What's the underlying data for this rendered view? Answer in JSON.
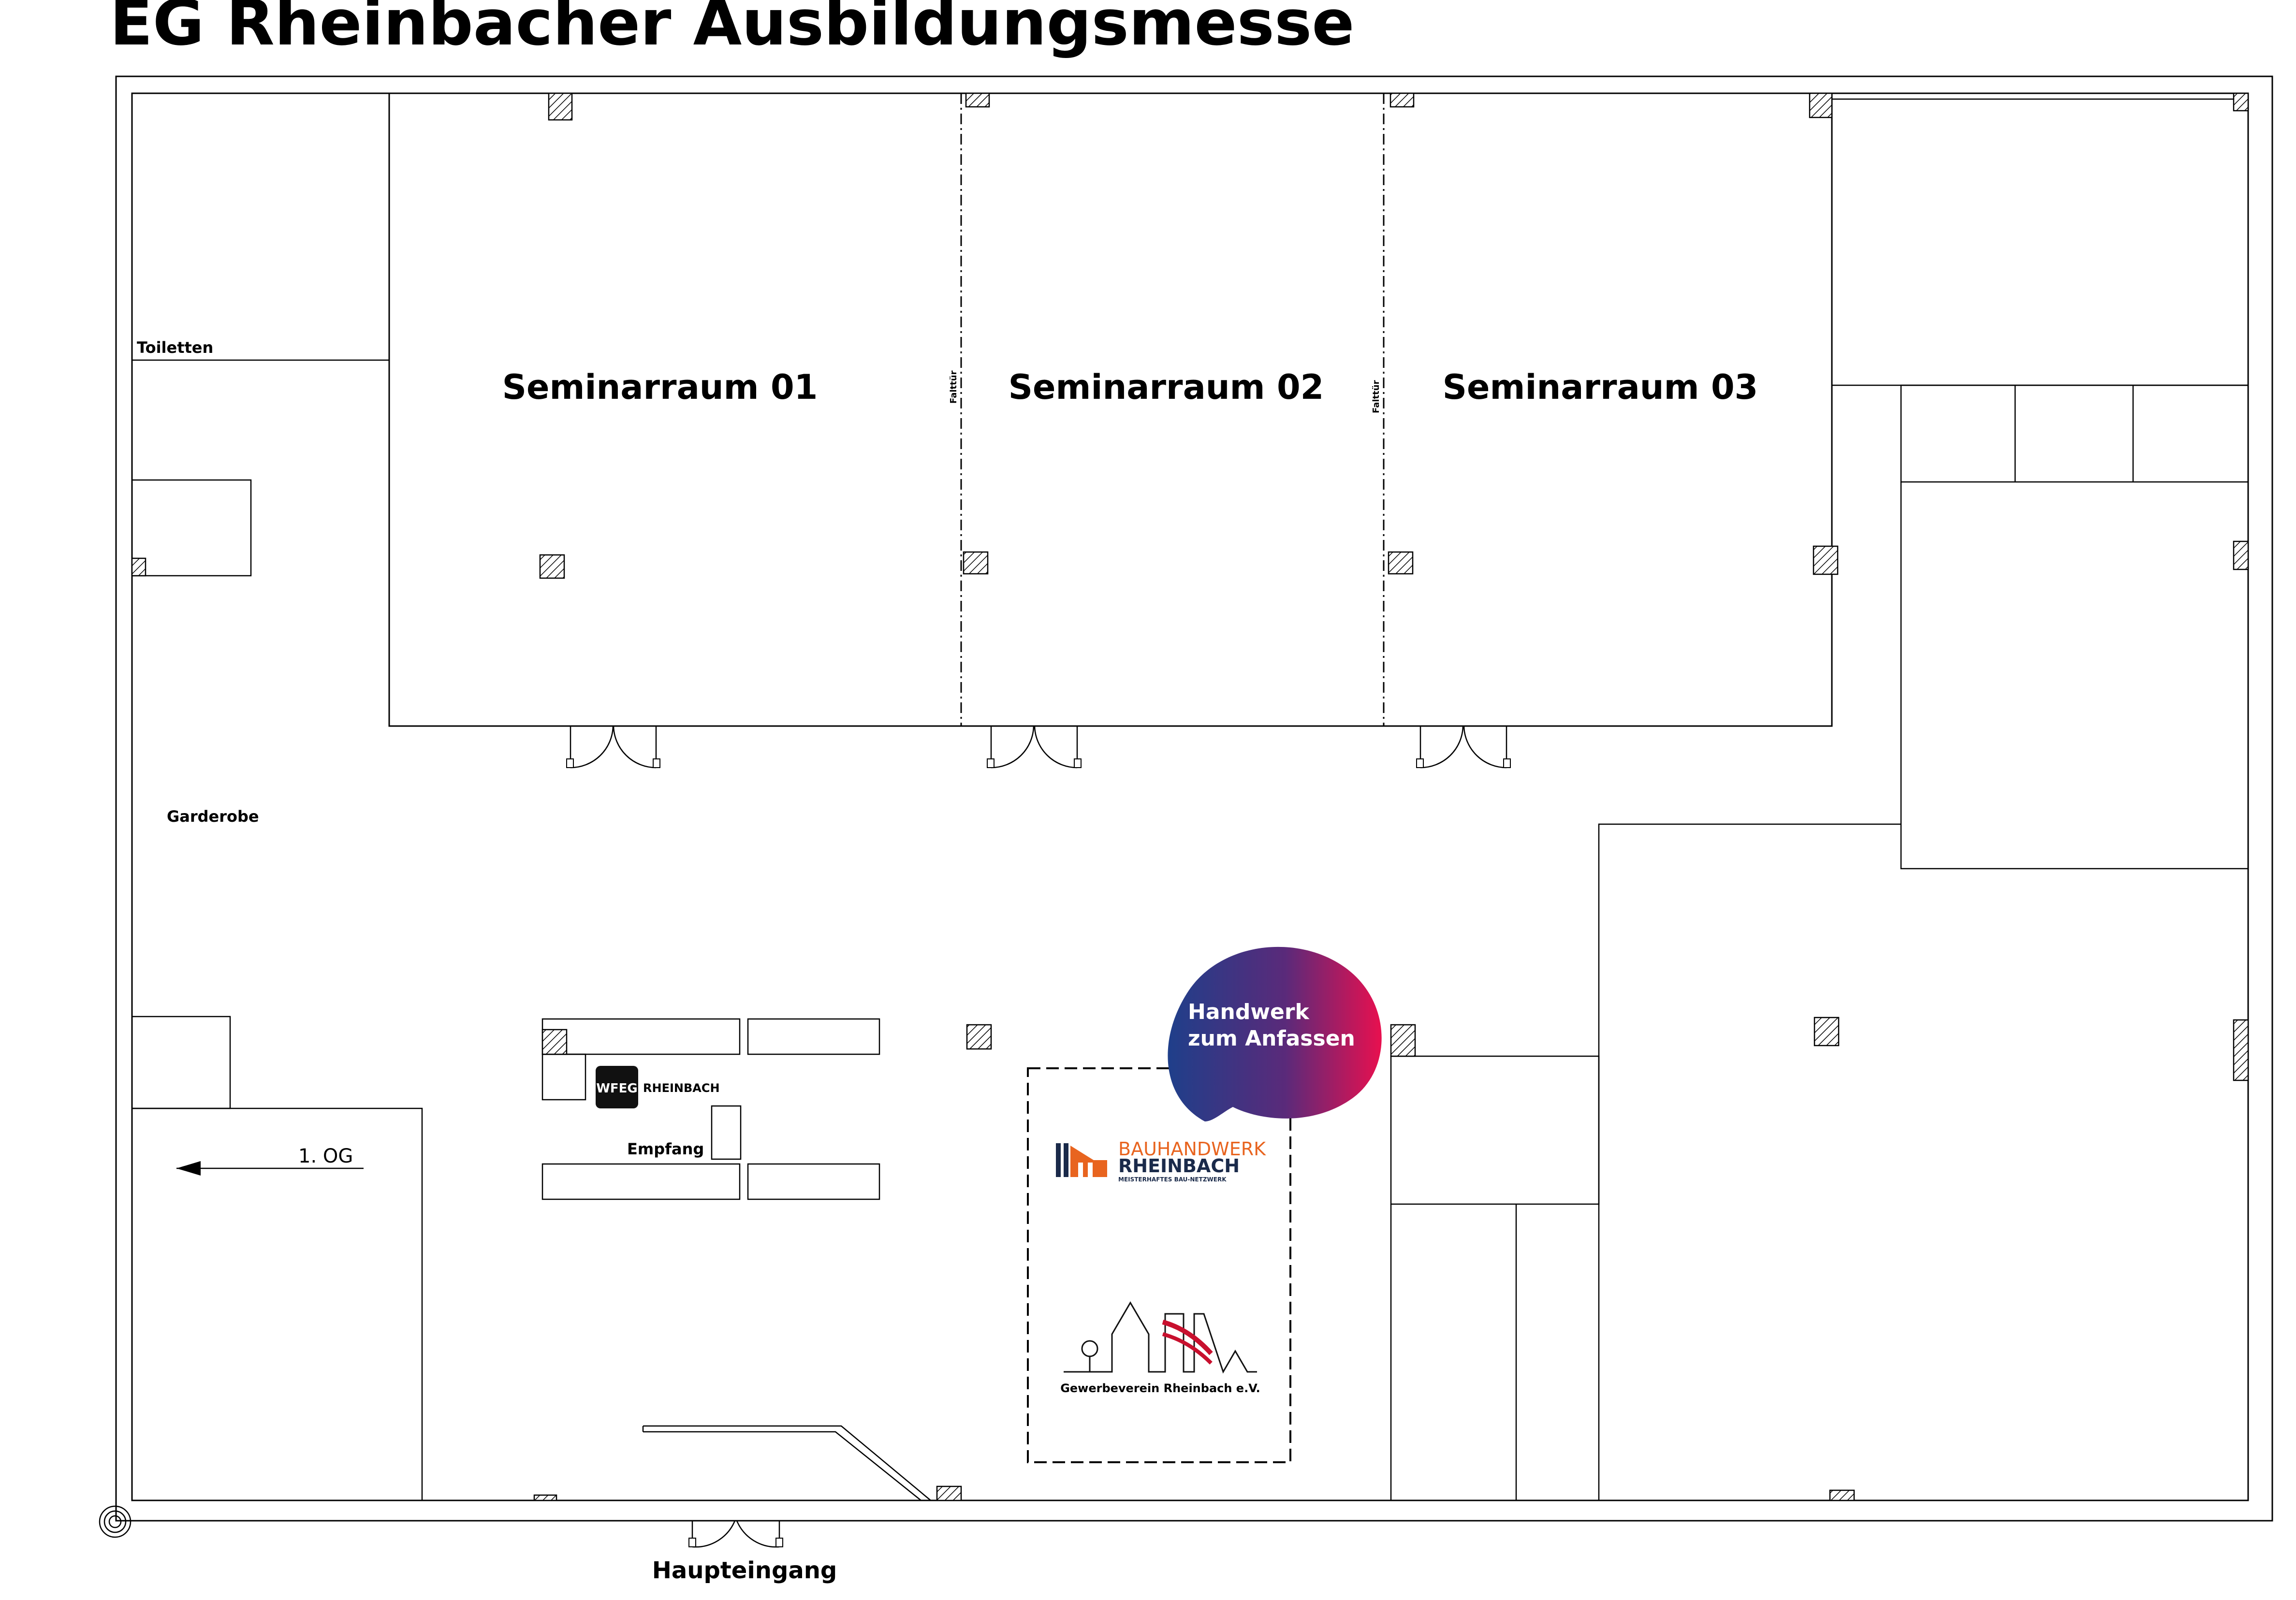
{
  "title": "EG Rheinbacher Ausbildungsmesse",
  "rooms": {
    "seminar_01": "Seminarraum 01",
    "seminar_02": "Seminarraum 02",
    "seminar_03": "Seminarraum 03",
    "toilets": "Toiletten",
    "wardrobe": "Garderobe",
    "reception": "Empfang",
    "upper_floor": "1.   OG",
    "main_entrance": "Haupteingang"
  },
  "faltdoor_label": "Falttür",
  "callout": {
    "line1": "Handwerk",
    "line2": "zum Anfassen",
    "gradient_start": "#1f3f8a",
    "gradient_end": "#e8104f"
  },
  "logos": {
    "wfeg_badge": "WFEG",
    "wfeg_text": "RHEINBACH",
    "bauhandwerk_line1": "BAUHANDWERK",
    "bauhandwerk_line2": "RHEINBACH",
    "bauhandwerk_tagline": "MEISTERHAFTES BAU-NETZWERK",
    "bauhandwerk_color": "#e8641f",
    "gewerbeverein": "Gewerbeverein Rheinbach e.V.",
    "gewerbeverein_accent": "#c8102e"
  }
}
